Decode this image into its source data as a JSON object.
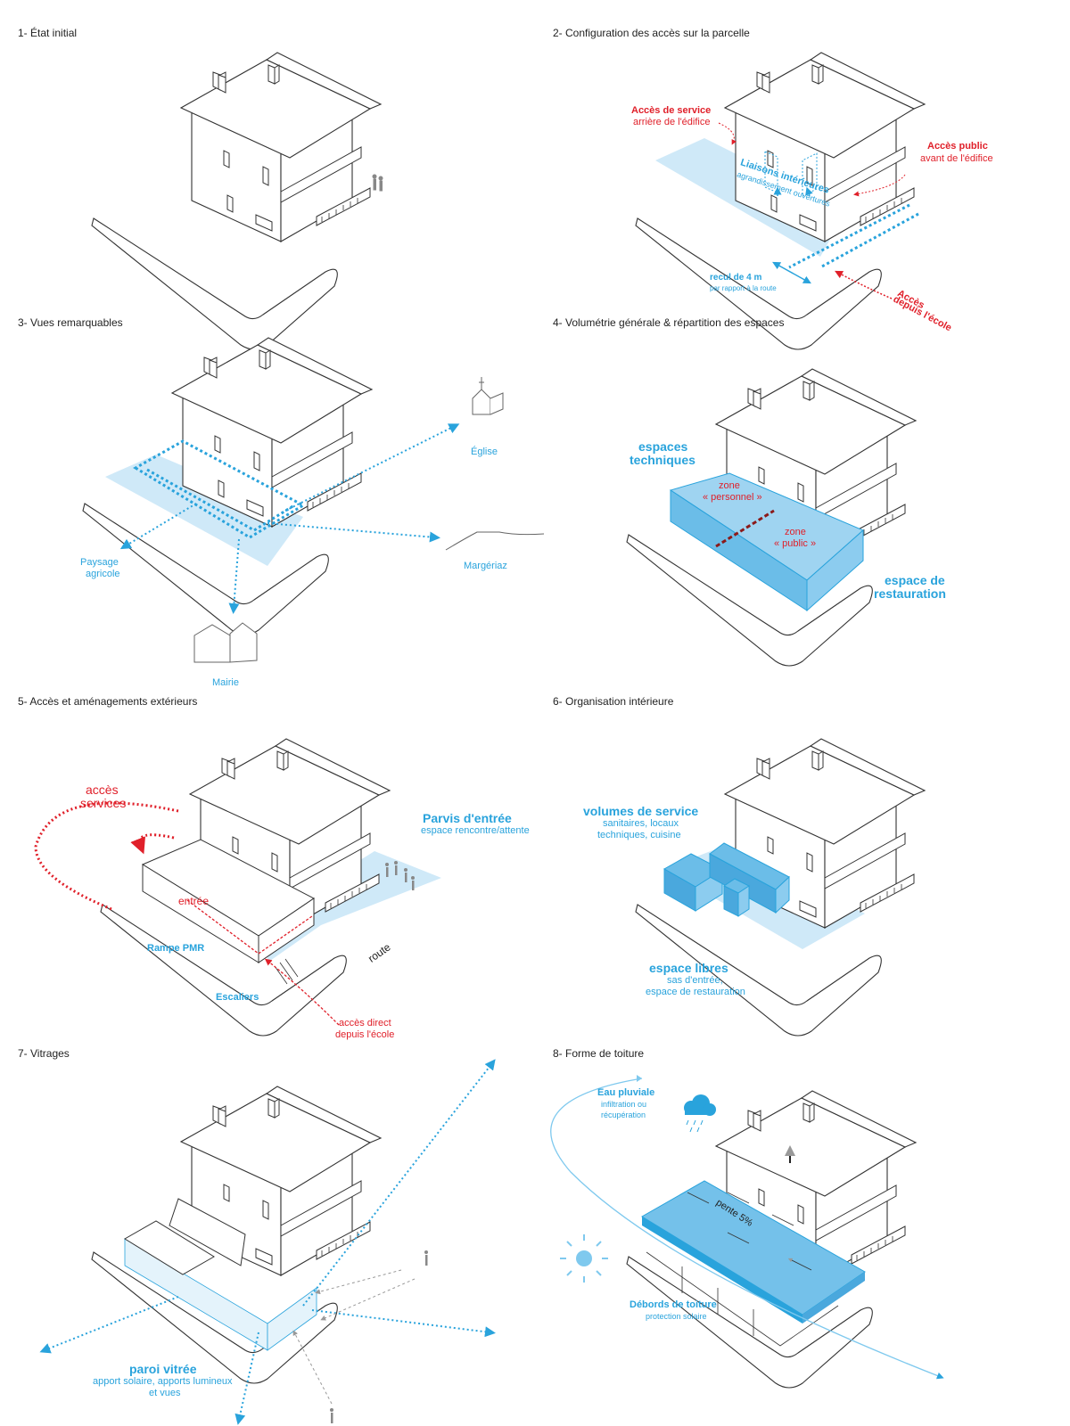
{
  "panels": [
    {
      "title": "1- État initial"
    },
    {
      "title": "2- Configuration des accès sur la parcelle",
      "labels": {
        "service_title": "Accès de service",
        "service_sub": "arrière de l'édifice",
        "public_title": "Accès public",
        "public_sub": "avant de l'édifice",
        "liaisons_title": "Liaisons intérieures",
        "liaisons_sub": "agrandissement ouvertures",
        "recul_title": "recul de 4 m",
        "recul_sub": "par rapport à la route",
        "ecole_1": "Accès",
        "ecole_2": "depuis l'école"
      }
    },
    {
      "title": "3- Vues remarquables",
      "labels": {
        "eglise": "Église",
        "paysage_1": "Paysage",
        "paysage_2": "agricole",
        "margeriaz": "Margériaz",
        "mairie": "Mairie"
      }
    },
    {
      "title": "4- Volumétrie générale & répartition des espaces",
      "labels": {
        "tech_1": "espaces",
        "tech_2": "techniques",
        "zone_perso_1": "zone",
        "zone_perso_2": "« personnel »",
        "zone_pub_1": "zone",
        "zone_pub_2": "« public »",
        "resto_1": "espace de",
        "resto_2": "restauration"
      }
    },
    {
      "title": "5- Accès et aménagements extérieurs",
      "labels": {
        "services_1": "accès",
        "services_2": "services",
        "parvis_title": "Parvis d'entrée",
        "parvis_sub": "espace rencontre/attente",
        "entree": "entrée",
        "rampe": "Rampe PMR",
        "route": "route",
        "escaliers": "Escaliers",
        "direct_1": "accès direct",
        "direct_2": "depuis l'école"
      }
    },
    {
      "title": "6- Organisation intérieure",
      "labels": {
        "service_title": "volumes de service",
        "service_1": "sanitaires, locaux",
        "service_2": "techniques, cuisine",
        "libres_title": "espace libres",
        "libres_1": "sas d'entrée,",
        "libres_2": "espace de restauration"
      }
    },
    {
      "title": "7- Vitrages",
      "labels": {
        "paroi_title": "paroi vitrée",
        "paroi_1": "apport solaire, apports lumineux",
        "paroi_2": "et vues"
      }
    },
    {
      "title": "8- Forme de toiture",
      "labels": {
        "eau_title": "Eau pluviale",
        "eau_1": "infiltration ou",
        "eau_2": "récupération",
        "pente": "pente 5%",
        "debords_title": "Débords de toiture",
        "debords_sub": "protection solaire"
      }
    }
  ],
  "colors": {
    "blue": "#29a3dc",
    "light_blue": "#cfe9f8",
    "red": "#e0202a",
    "dark_red": "#8b1a1a",
    "line": "#333333"
  }
}
